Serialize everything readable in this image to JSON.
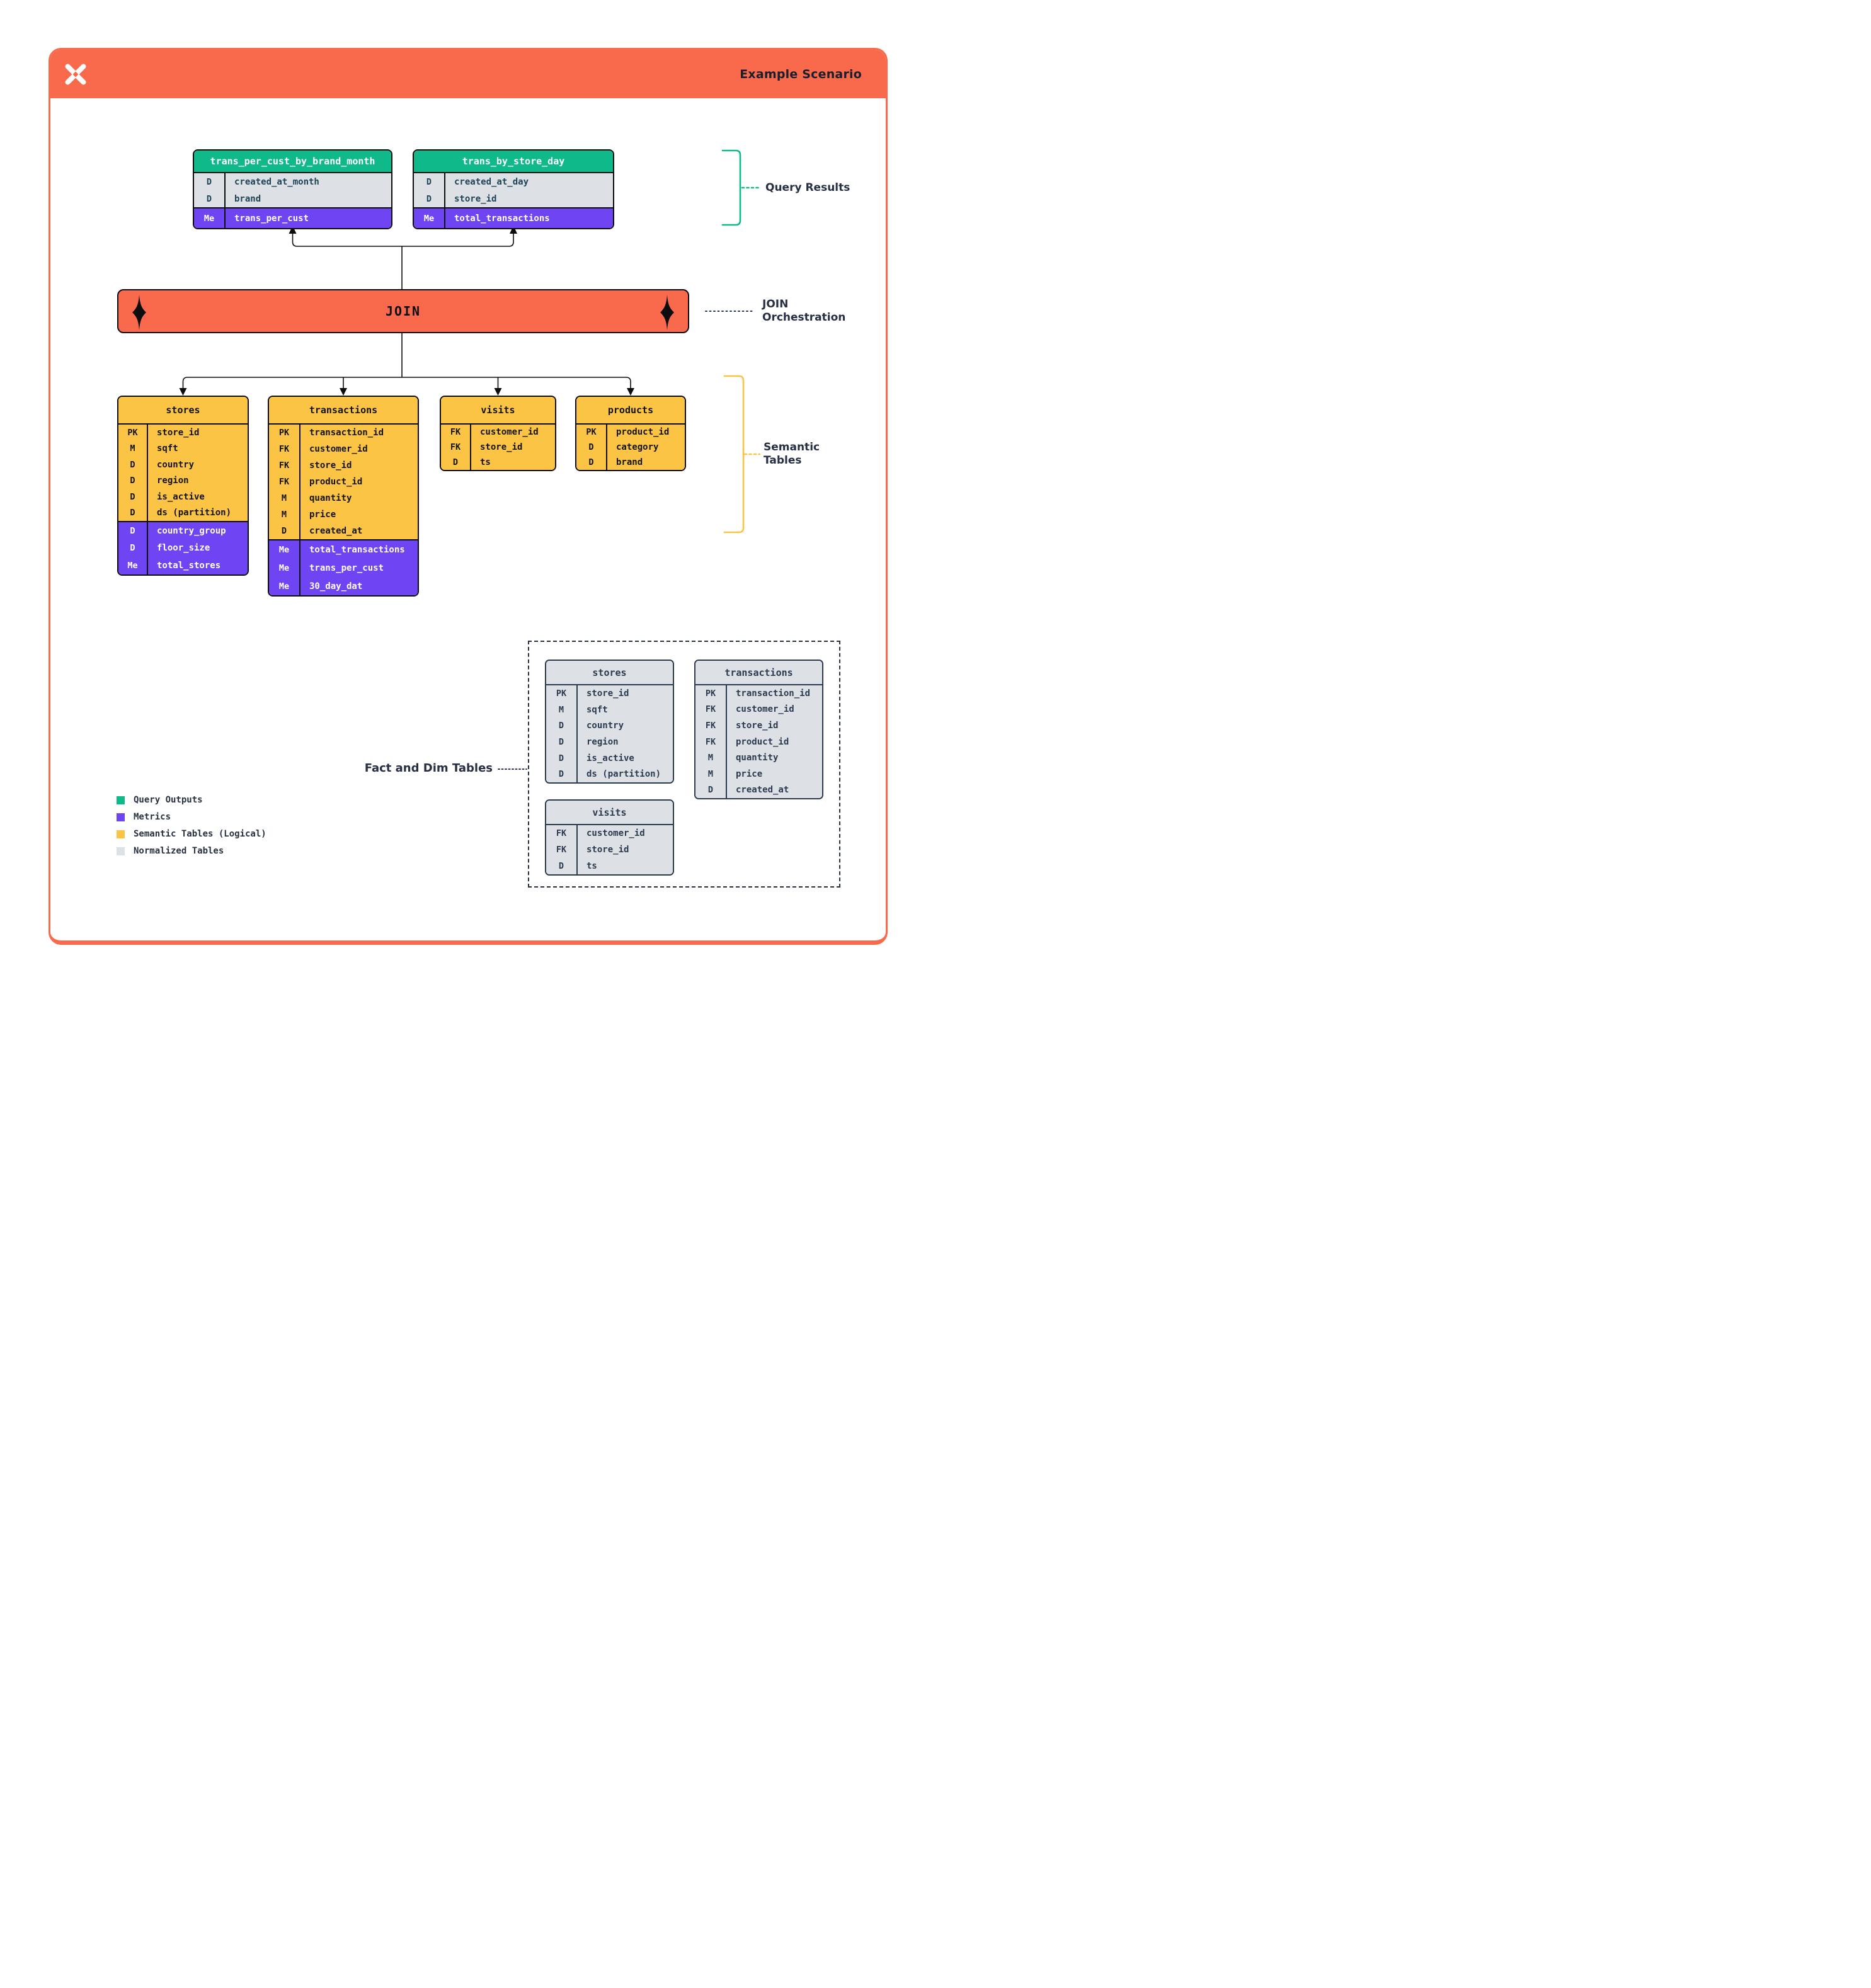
{
  "header": {
    "title": "Example Scenario"
  },
  "join": {
    "label": "JOIN"
  },
  "annotations": {
    "query_results": "Query Results",
    "join_line1": "JOIN",
    "join_line2": "Orchestration",
    "semantic_line1": "Semantic",
    "semantic_line2": "Tables",
    "fact_dim": "Fact and Dim Tables"
  },
  "query_tables": [
    {
      "name": "trans_per_cust_by_brand_month",
      "fields": [
        {
          "key": "D",
          "name": "created_at_month"
        },
        {
          "key": "D",
          "name": "brand"
        }
      ],
      "metrics": [
        {
          "key": "Me",
          "name": "trans_per_cust"
        }
      ]
    },
    {
      "name": "trans_by_store_day",
      "fields": [
        {
          "key": "D",
          "name": "created_at_day"
        },
        {
          "key": "D",
          "name": "store_id"
        }
      ],
      "metrics": [
        {
          "key": "Me",
          "name": "total_transactions"
        }
      ]
    }
  ],
  "semantic_tables": [
    {
      "name": "stores",
      "fields": [
        {
          "key": "PK",
          "name": "store_id"
        },
        {
          "key": "M",
          "name": "sqft"
        },
        {
          "key": "D",
          "name": "country"
        },
        {
          "key": "D",
          "name": "region"
        },
        {
          "key": "D",
          "name": "is_active"
        },
        {
          "key": "D",
          "name": "ds (partition)"
        }
      ],
      "metrics": [
        {
          "key": "D",
          "name": "country_group"
        },
        {
          "key": "D",
          "name": "floor_size"
        },
        {
          "key": "Me",
          "name": "total_stores"
        }
      ]
    },
    {
      "name": "transactions",
      "fields": [
        {
          "key": "PK",
          "name": "transaction_id"
        },
        {
          "key": "FK",
          "name": "customer_id"
        },
        {
          "key": "FK",
          "name": "store_id"
        },
        {
          "key": "FK",
          "name": "product_id"
        },
        {
          "key": "M",
          "name": "quantity"
        },
        {
          "key": "M",
          "name": "price"
        },
        {
          "key": "D",
          "name": "created_at"
        }
      ],
      "metrics": [
        {
          "key": "Me",
          "name": "total_transactions"
        },
        {
          "key": "Me",
          "name": "trans_per_cust"
        },
        {
          "key": "Me",
          "name": "30_day_dat"
        }
      ]
    },
    {
      "name": "visits",
      "fields": [
        {
          "key": "FK",
          "name": "customer_id"
        },
        {
          "key": "FK",
          "name": "store_id"
        },
        {
          "key": "D",
          "name": "ts"
        }
      ],
      "metrics": []
    },
    {
      "name": "products",
      "fields": [
        {
          "key": "PK",
          "name": "product_id"
        },
        {
          "key": "D",
          "name": "category"
        },
        {
          "key": "D",
          "name": "brand"
        }
      ],
      "metrics": []
    }
  ],
  "normalized_tables": [
    {
      "name": "stores",
      "fields": [
        {
          "key": "PK",
          "name": "store_id"
        },
        {
          "key": "M",
          "name": "sqft"
        },
        {
          "key": "D",
          "name": "country"
        },
        {
          "key": "D",
          "name": "region"
        },
        {
          "key": "D",
          "name": "is_active"
        },
        {
          "key": "D",
          "name": "ds (partition)"
        }
      ],
      "metrics": []
    },
    {
      "name": "transactions",
      "fields": [
        {
          "key": "PK",
          "name": "transaction_id"
        },
        {
          "key": "FK",
          "name": "customer_id"
        },
        {
          "key": "FK",
          "name": "store_id"
        },
        {
          "key": "FK",
          "name": "product_id"
        },
        {
          "key": "M",
          "name": "quantity"
        },
        {
          "key": "M",
          "name": "price"
        },
        {
          "key": "D",
          "name": "created_at"
        }
      ],
      "metrics": []
    },
    {
      "name": "visits",
      "fields": [
        {
          "key": "FK",
          "name": "customer_id"
        },
        {
          "key": "FK",
          "name": "store_id"
        },
        {
          "key": "D",
          "name": "ts"
        }
      ],
      "metrics": []
    }
  ],
  "legend": {
    "items": [
      {
        "label": "Query Outputs",
        "color": "#0FB98A"
      },
      {
        "label": "Metrics",
        "color": "#6F45F3"
      },
      {
        "label": "Semantic Tables (Logical)",
        "color": "#FBC444"
      },
      {
        "label": "Normalized Tables",
        "color": "#DDE1E6"
      }
    ]
  },
  "colors": {
    "orange": "#F96A4C",
    "green": "#0FB98A",
    "purple": "#6F45F3",
    "yellow": "#FBC444",
    "gray": "#DDE1E6",
    "navy": "#2B3A4F",
    "ink": "#0d0d0d"
  }
}
